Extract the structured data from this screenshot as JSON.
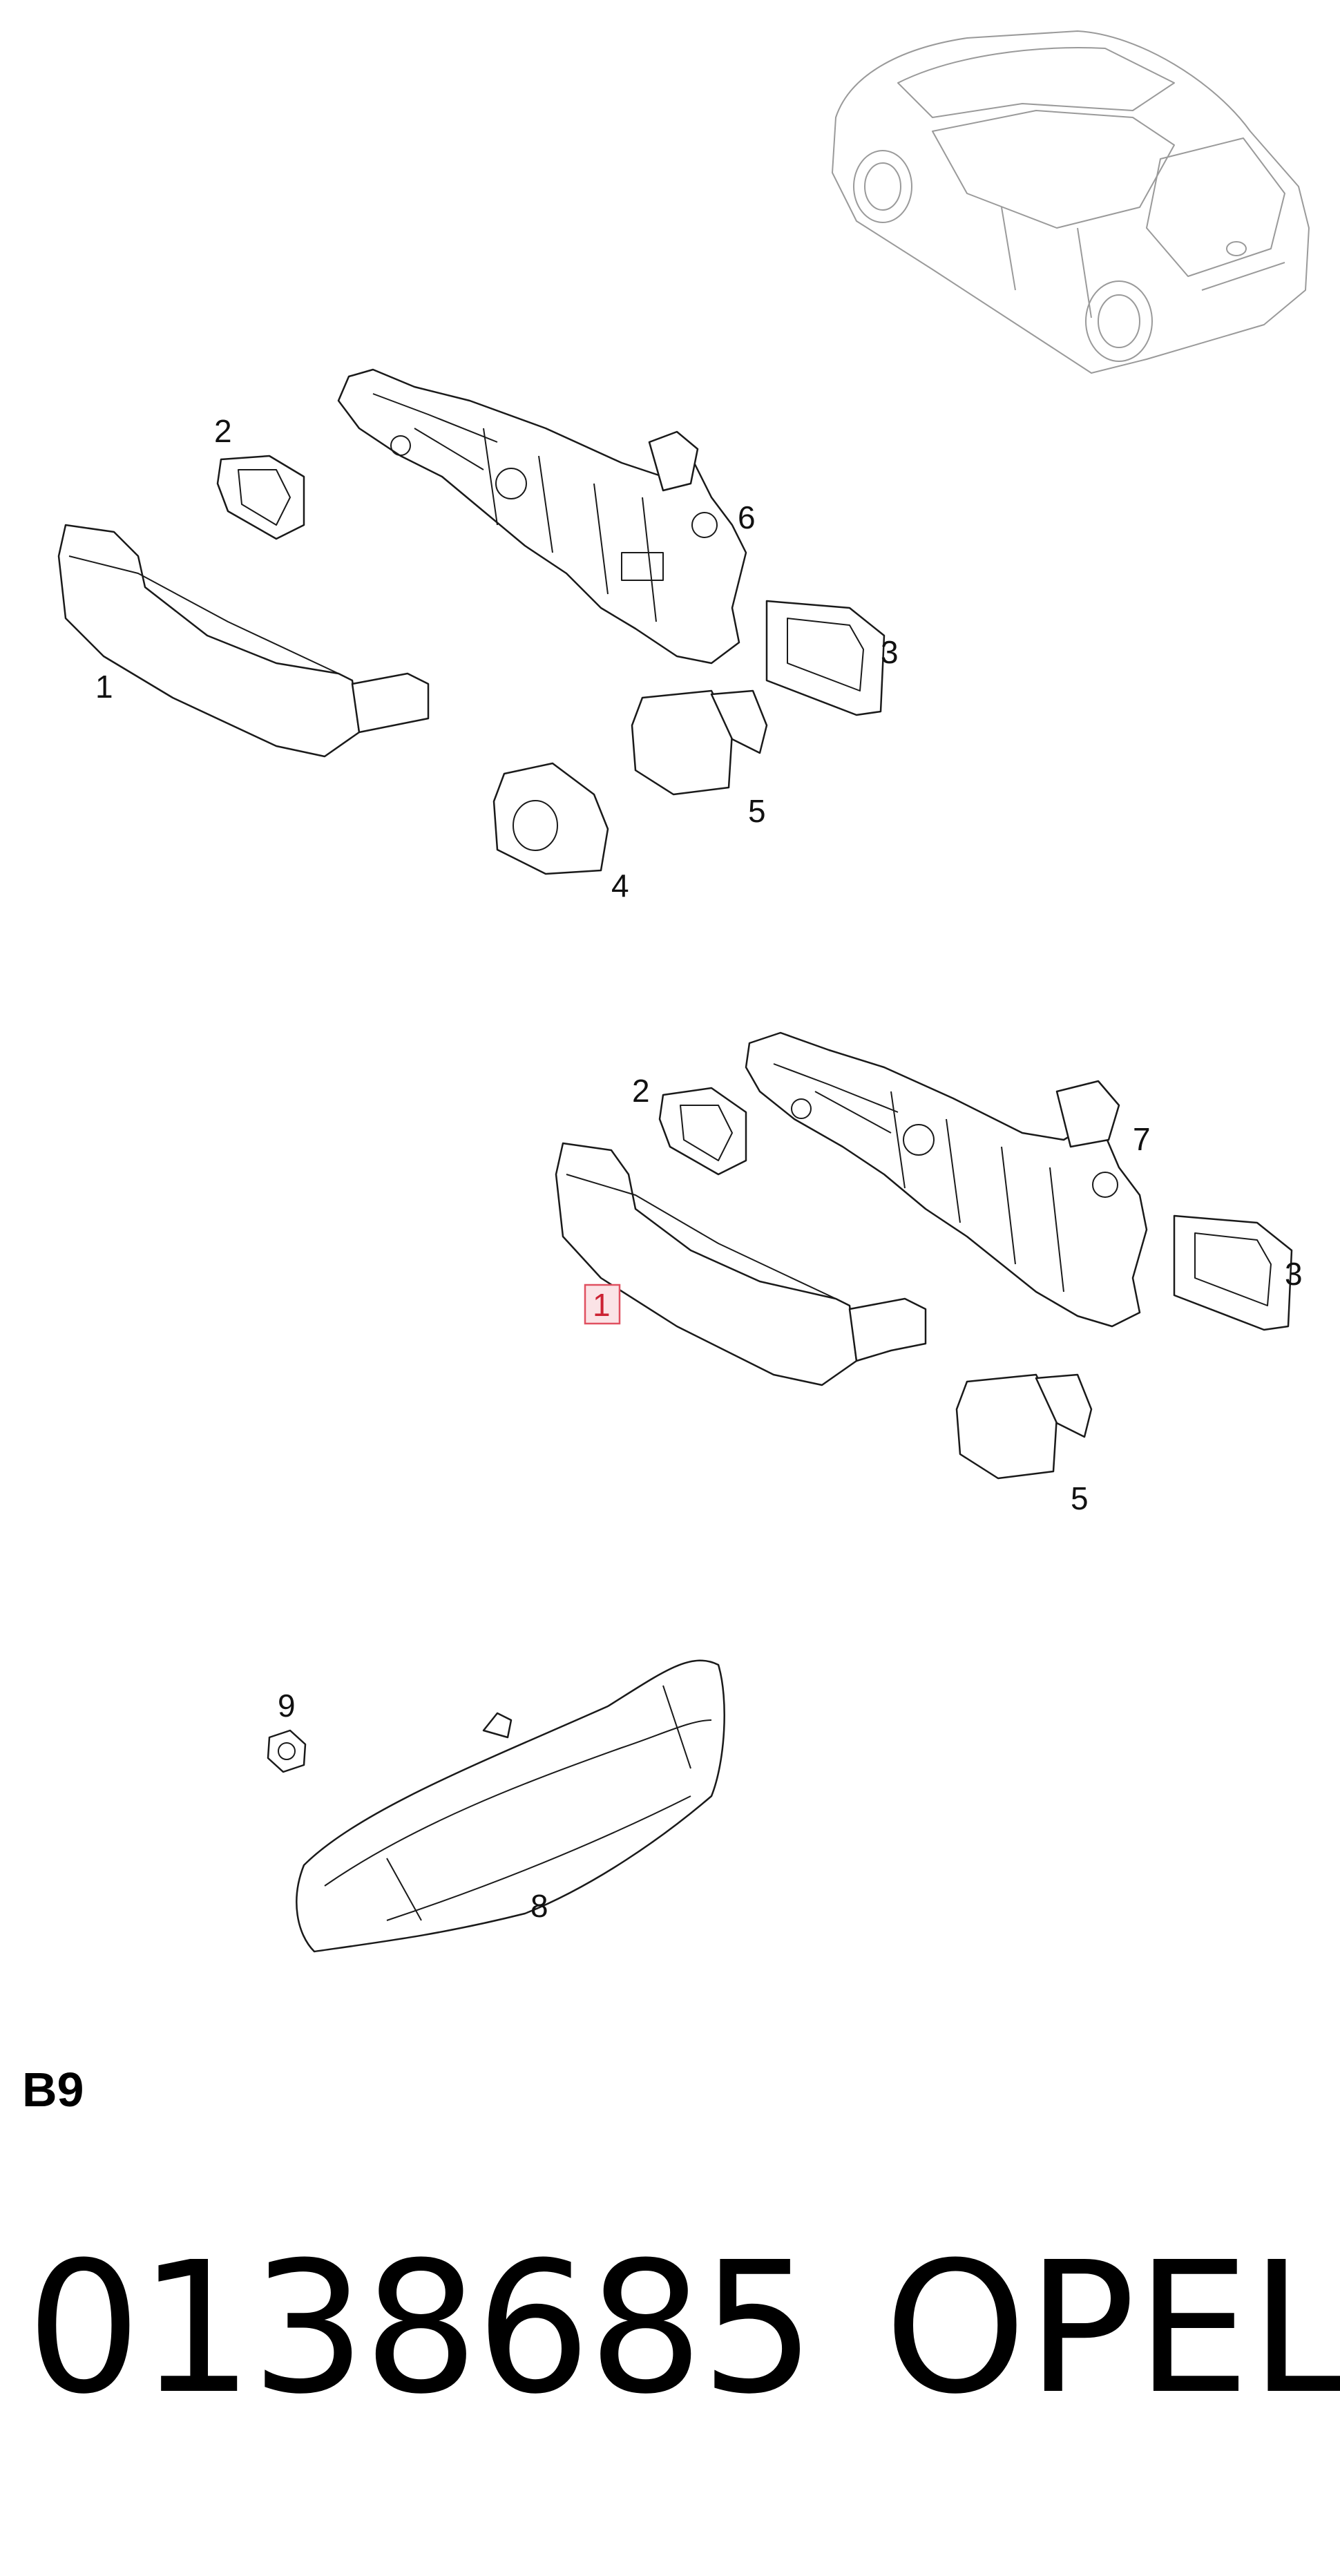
{
  "diagram": {
    "callouts": {
      "upper_1": "1",
      "upper_2": "2",
      "upper_3": "3",
      "upper_4": "4",
      "upper_5": "5",
      "upper_6": "6",
      "mid_1": "1",
      "mid_2": "2",
      "mid_3": "3",
      "mid_5": "5",
      "mid_7": "7",
      "lower_8": "8",
      "lower_9": "9"
    },
    "highlighted_callout": "mid_1",
    "highlight_color": "#e05060"
  },
  "footer": {
    "section_code": "B9",
    "part_number": "0138685",
    "brand": "OPEL"
  }
}
